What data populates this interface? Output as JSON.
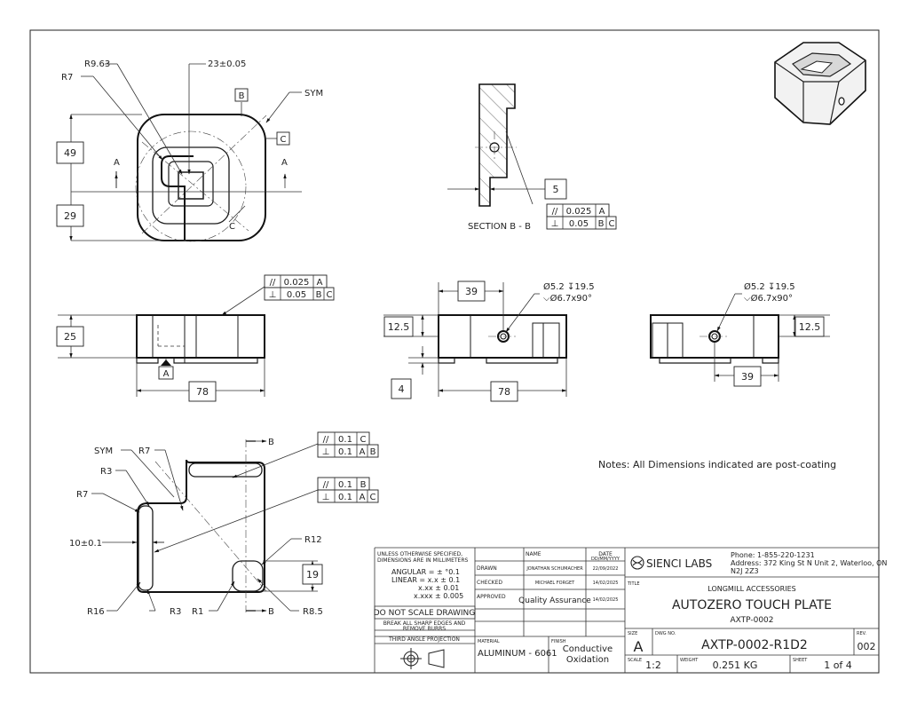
{
  "drawing": {
    "top_view": {
      "r963": "R9.63",
      "r7": "R7",
      "width_tol": "23±0.05",
      "sym": "SYM",
      "datum_b": "B",
      "datum_c": "C",
      "dim_49": "49",
      "dim_29": "29",
      "sec_a_left": "A",
      "sec_a_right": "A",
      "c_label": "C"
    },
    "section": {
      "title": "SECTION B - B",
      "dim_5": "5",
      "fcf1": {
        "sym": "//",
        "tol": "0.025",
        "datum": "A"
      },
      "fcf2": {
        "sym": "⊥",
        "tol": "0.05",
        "d1": "B",
        "d2": "C"
      }
    },
    "front_view": {
      "dim_25": "25",
      "dim_78": "78",
      "datum_a": "A",
      "fcf1": {
        "sym": "//",
        "tol": "0.025",
        "datum": "A"
      },
      "fcf2": {
        "sym": "⊥",
        "tol": "0.05",
        "d1": "B",
        "d2": "C"
      }
    },
    "side_view_1": {
      "hole1": "Ø5.2 ↧19.5",
      "hole2": "⌵Ø6.7x90°",
      "dim_39": "39",
      "dim_125": "12.5",
      "dim_4": "4",
      "dim_78": "78"
    },
    "side_view_2": {
      "hole1": "Ø5.2 ↧19.5",
      "hole2": "⌵Ø6.7x90°",
      "dim_125": "12.5",
      "dim_39": "39"
    },
    "bottom_view": {
      "sym": "SYM",
      "r7a": "R7",
      "r3a": "R3",
      "r7b": "R7",
      "dim_10": "10±0.1",
      "r16": "R16",
      "r3b": "R3",
      "r1": "R1",
      "r12": "R12",
      "dim_19": "19",
      "r85": "R8.5",
      "b_top": "B",
      "b_bottom": "B",
      "fcf1": {
        "sym": "//",
        "tol": "0.1",
        "datum": "C"
      },
      "fcf2": {
        "sym": "⊥",
        "tol": "0.1",
        "d1": "A",
        "d2": "B"
      },
      "fcf3": {
        "sym": "//",
        "tol": "0.1",
        "datum": "B"
      },
      "fcf4": {
        "sym": "⊥",
        "tol": "0.1",
        "d1": "A",
        "d2": "C"
      }
    },
    "notes": "Notes: All Dimensions indicated are post-coating"
  },
  "title_block": {
    "unless_1": "UNLESS OTHERWISE SPECIFIED,",
    "unless_2": "DIMENSIONS ARE IN MILLIMETERS",
    "angular": "ANGULAR = ± °0.1",
    "linear": "LINEAR = x.x ± 0.1",
    "xx": "x.xx ± 0.01",
    "xxx": "x.xxx ± 0.005",
    "do_not_scale": "DO NOT SCALE DRAWING",
    "break_1": "BREAK ALL SHARP EDGES AND",
    "break_2": "REMOVE BURRS",
    "projection": "THIRD ANGLE PROJECTION",
    "name_hdr": "NAME",
    "date_hdr": "DATE",
    "date_fmt": "DD/MM/YYYY",
    "rows": [
      {
        "role": "DRAWN",
        "name": "JONATHAN SCHUMACHER",
        "date": "22/09/2022"
      },
      {
        "role": "CHECKED",
        "name": "MICHAEL FORGET",
        "date": "14/02/2025"
      },
      {
        "role": "APPROVED",
        "name": "Quality Assurance",
        "date": "14/02/2025"
      }
    ],
    "material_hdr": "MATERIAL",
    "material": "ALUMINUM - 6061",
    "finish_hdr": "FINISH",
    "finish_1": "Conductive",
    "finish_2": "Oxidation",
    "company": "SIENCI LABS",
    "phone": "Phone: 1-855-220-1231",
    "address_1": "Address: 372 King St N Unit 2, Waterloo, ON",
    "address_2": "N2J 2Z3",
    "title_hdr": "TITLE",
    "category": "LONGMILL ACCESSORIES",
    "title": "AUTOZERO TOUCH PLATE",
    "part_no": "AXTP-0002",
    "size_hdr": "SIZE",
    "size": "A",
    "dwg_hdr": "DWG NO.",
    "dwg_no": "AXTP-0002-R1D2",
    "rev_hdr": "REV.",
    "rev": "002",
    "scale_hdr": "SCALE",
    "scale": "1:2",
    "weight_hdr": "WEIGHT",
    "weight": "0.251 KG",
    "sheet_hdr": "SHEET",
    "sheet": "1 of 4"
  }
}
